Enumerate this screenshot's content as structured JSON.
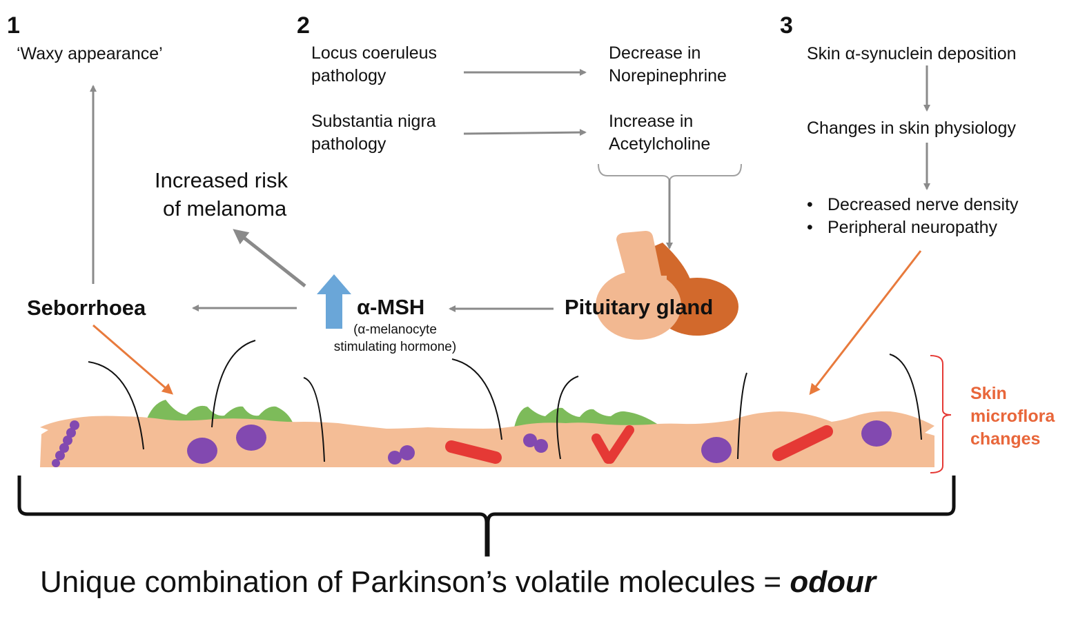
{
  "panel1": {
    "number": "1",
    "waxy": "‘Waxy appearance’",
    "melanoma_line1": "Increased risk",
    "melanoma_line2": "of melanoma",
    "seborrhoea": "Seborrhoea"
  },
  "panel2": {
    "number": "2",
    "locus_line1": "Locus coeruleus",
    "locus_line2": "pathology",
    "decrease_line1": "Decrease in",
    "decrease_line2": "Norepinephrine",
    "substantia_line1": "Substantia nigra",
    "substantia_line2": "pathology",
    "increase_line1": "Increase in",
    "increase_line2": "Acetylcholine",
    "pituitary": "Pituitary gland",
    "msh": "α-MSH",
    "msh_full_line1": "(α-melanocyte",
    "msh_full_line2": "stimulating hormone)"
  },
  "panel3": {
    "number": "3",
    "step1": "Skin α-synuclein deposition",
    "step2": "Changes in skin physiology",
    "bullets": [
      "Decreased nerve density",
      "Peripheral neuropathy"
    ]
  },
  "skin": {
    "microflora_line1": "Skin",
    "microflora_line2": "microflora",
    "microflora_line3": "changes"
  },
  "footer": {
    "text": "Unique combination of Parkinson’s volatile molecules = ",
    "emphasis": "odour"
  },
  "colors": {
    "arrow_gray": "#8a8a8a",
    "orange_arrow": "#e87a3c",
    "skin": "#f4bd96",
    "sebum_green": "#7dbb5a",
    "microbe_purple": "#8249b0",
    "microbe_red": "#e53935",
    "msh_blue": "#6aa6d8",
    "pituitary_light": "#f2b891",
    "pituitary_dark": "#d2692c",
    "microflora_label": "#e8663a"
  }
}
